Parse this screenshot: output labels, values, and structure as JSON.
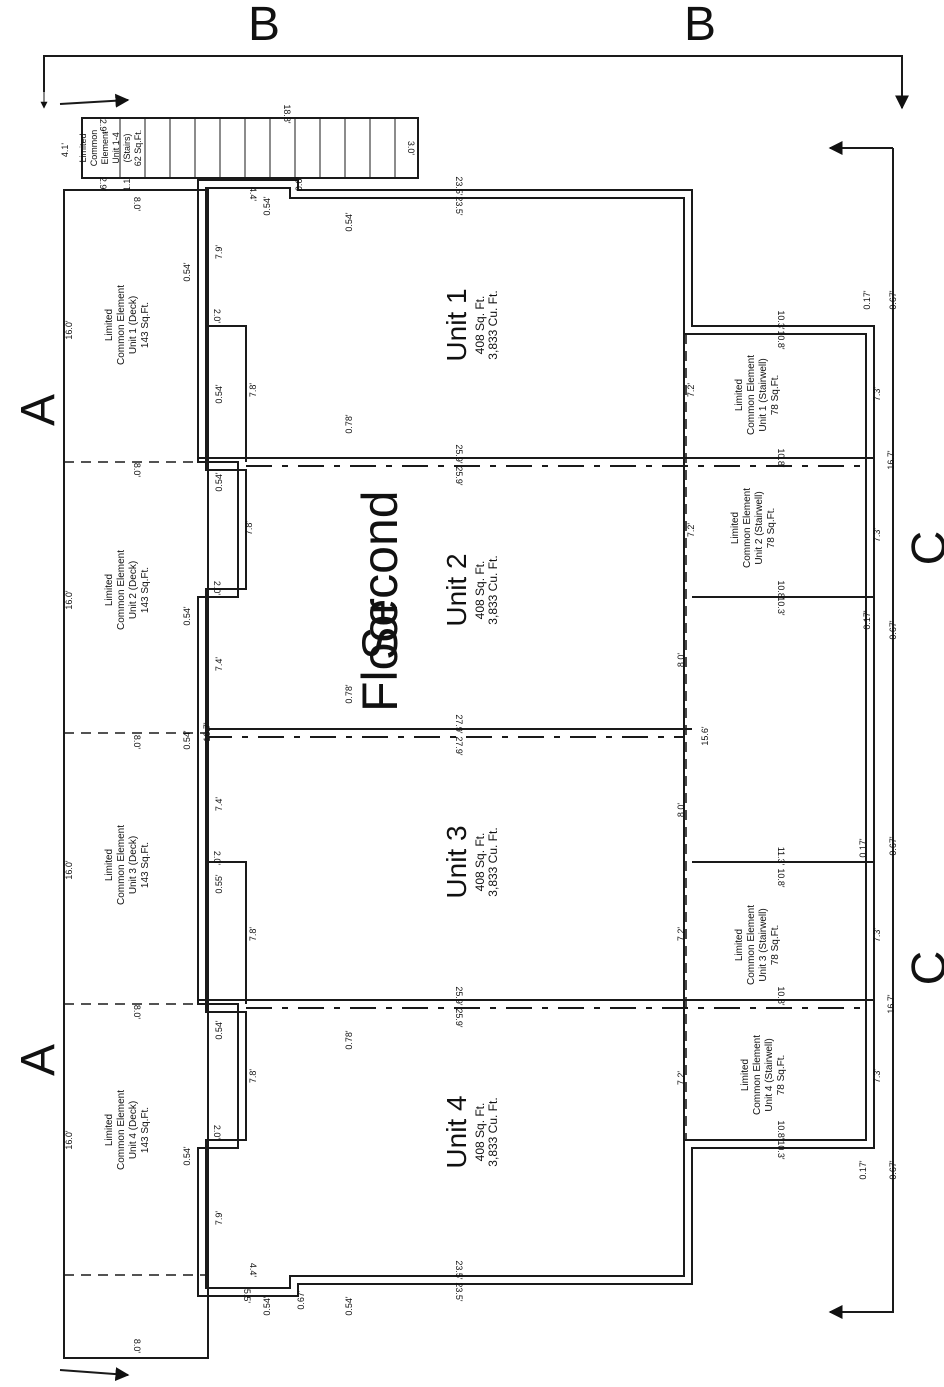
{
  "section_markers": {
    "top_left": "B",
    "top_right": "B",
    "left_a_upper": "A",
    "left_a_lower": "A",
    "right_c_upper": "C",
    "right_c_lower": "C"
  },
  "floor_title": {
    "word1": "Second",
    "word2": "Floor"
  },
  "units": [
    {
      "name": "Unit 1",
      "sqft": "408 Sq. Ft.",
      "cuft": "3,833 Cu. Ft."
    },
    {
      "name": "Unit 2",
      "sqft": "408 Sq. Ft.",
      "cuft": "3,833 Cu. Ft."
    },
    {
      "name": "Unit 3",
      "sqft": "408 Sq. Ft.",
      "cuft": "3,833 Cu. Ft."
    },
    {
      "name": "Unit 4",
      "sqft": "408 Sq. Ft.",
      "cuft": "3,833 Cu. Ft."
    }
  ],
  "decks": [
    {
      "line1": "Limited",
      "line2": "Common Element",
      "line3": "Unit 1 (Deck)",
      "line4": "143 Sq.Ft."
    },
    {
      "line1": "Limited",
      "line2": "Common Element",
      "line3": "Unit 2 (Deck)",
      "line4": "143 Sq.Ft."
    },
    {
      "line1": "Limited",
      "line2": "Common Element",
      "line3": "Unit 3 (Deck)",
      "line4": "143 Sq.Ft."
    },
    {
      "line1": "Limited",
      "line2": "Common Element",
      "line3": "Unit 4 (Deck)",
      "line4": "143 Sq.Ft."
    }
  ],
  "stairwells": [
    {
      "line1": "Limited",
      "line2": "Common Element",
      "line3": "Unit 1 (Stairwell)",
      "line4": "78 Sq.Ft."
    },
    {
      "line1": "Limited",
      "line2": "Common Element",
      "line3": "Unit 2 (Stairwell)",
      "line4": "78 Sq.Ft."
    },
    {
      "line1": "Limited",
      "line2": "Common Element",
      "line3": "Unit 3 (Stairwell)",
      "line4": "78 Sq.Ft."
    },
    {
      "line1": "Limited",
      "line2": "Common Element",
      "line3": "Unit 4 (Stairwell)",
      "line4": "78 Sq.Ft."
    }
  ],
  "shared_stair": {
    "line1": "Limited",
    "line2": "Common",
    "line3": "Element",
    "line4": "Unit 1-4",
    "line5": "(Stairs)",
    "line6": "62 Sq.Ft."
  },
  "dimensions": {
    "d_16_0": "16.0'",
    "d_8_0": "8.0'",
    "d_0_54": "0.54'",
    "d_7_9": "7.9'",
    "d_7_8": "7.8'",
    "d_7_4": "7.4'",
    "d_2_0": "2.0'",
    "d_23_5": "23.5'",
    "d_25_9": "25.9'",
    "d_27_9": "27.9'",
    "d_0_78": "0.78'",
    "d_7_2": "7.2'",
    "d_10_8": "10.8'",
    "d_10_3": "10.3'",
    "d_7_3": "7.3'",
    "d_0_17": "0.17'",
    "d_0_67": "0.67'",
    "d_16_7": "16.7'",
    "d_15_6": "15.6'",
    "d_4_4": "4.4'",
    "d_5_5": "5.5'",
    "d_4_1": "4.1'",
    "d_2_9": "2.9'",
    "d_1_1": "1.1'",
    "d_18_8": "18.8'",
    "d_3_0": "3.0'",
    "d_0_6": "0.6'",
    "d_8_0b": "8.0'",
    "d_11_3": "11.3'",
    "d_0_55": "0.55'"
  }
}
